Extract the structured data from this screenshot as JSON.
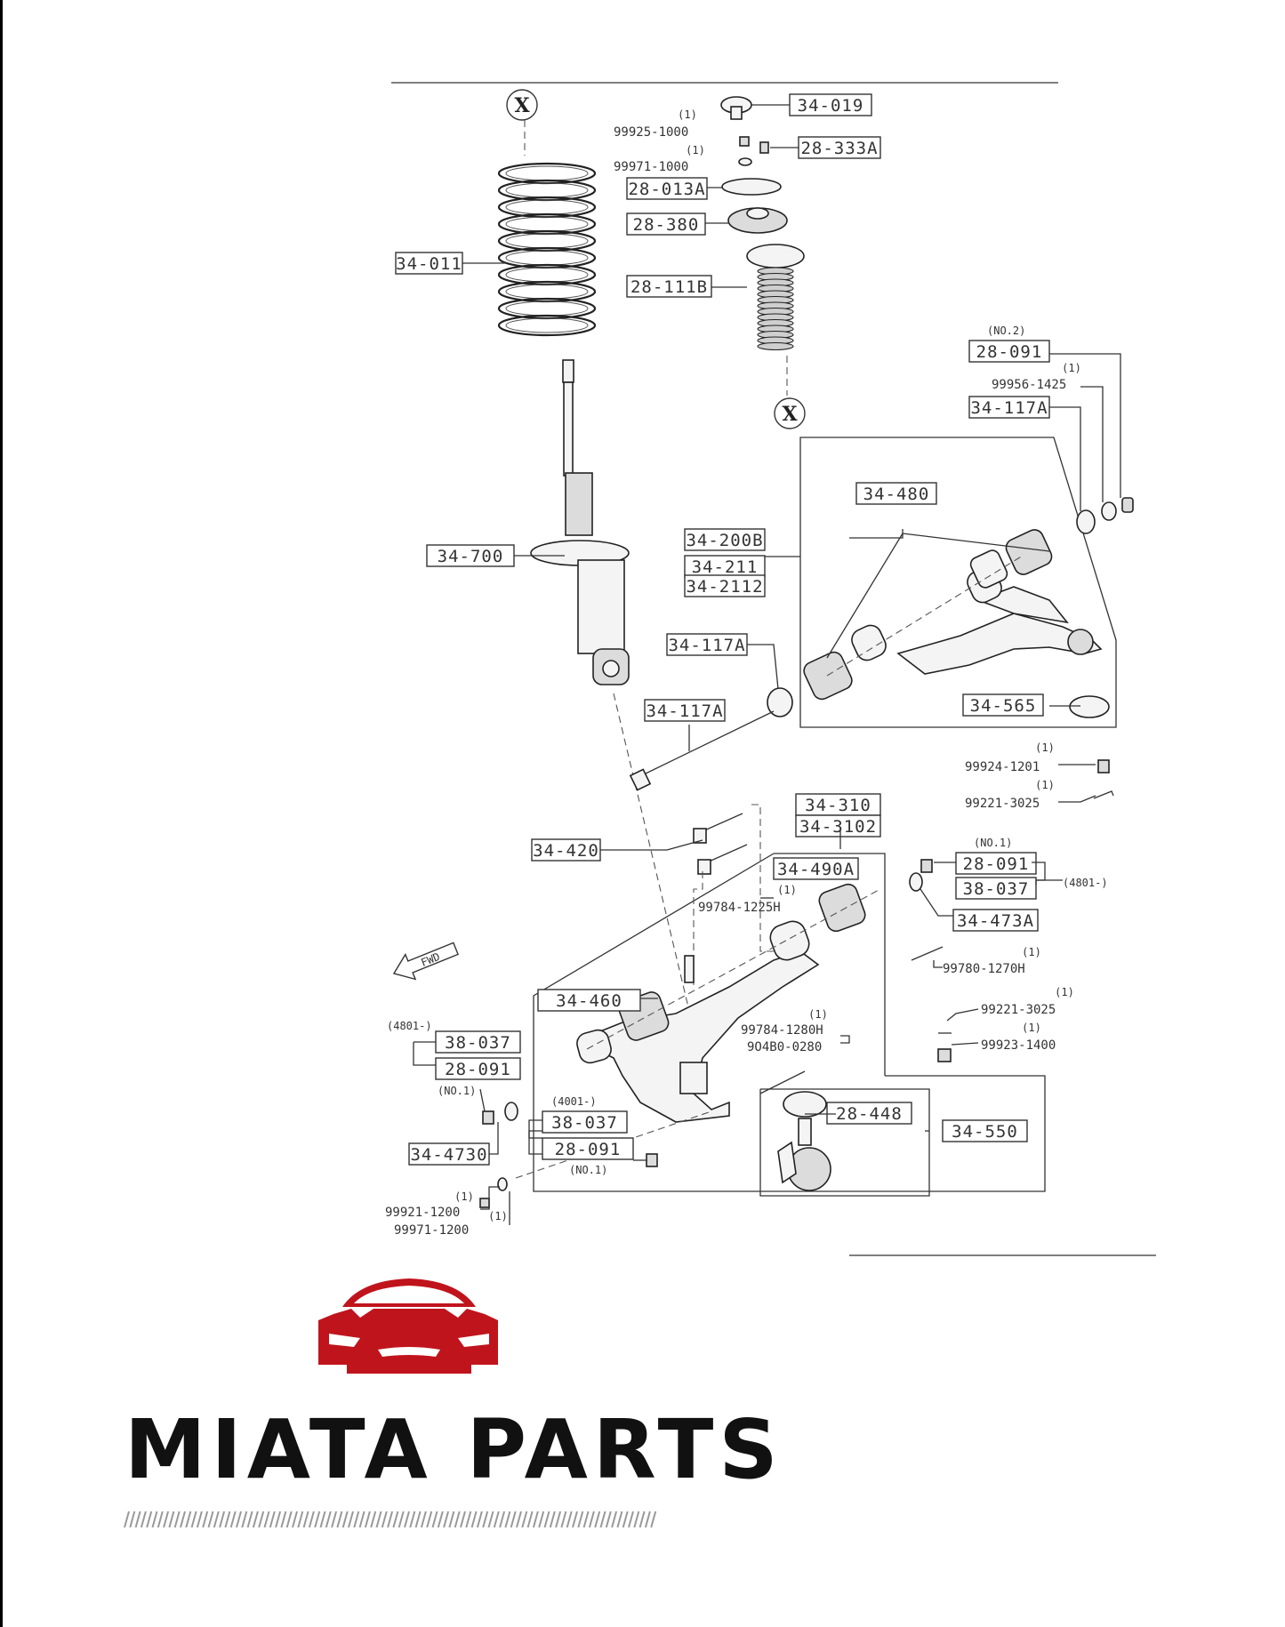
{
  "labels": {
    "34-019": "34-019",
    "28-333A": "28-333A",
    "28-013A": "28-013A",
    "28-380": "28-380",
    "28-111B": "28-111B",
    "34-011": "34-011",
    "28-091_no2": "28-091",
    "34-117A_top": "34-117A",
    "34-480": "34-480",
    "34-200B": "34-200B",
    "34-211": "34-211",
    "34-2112": "34-2112",
    "34-700": "34-700",
    "34-117A_mid": "34-117A",
    "34-117A_bolt": "34-117A",
    "34-565": "34-565",
    "34-310": "34-310",
    "34-3102": "34-3102",
    "34-420": "34-420",
    "34-490A": "34-490A",
    "28-091_no1_right": "28-091",
    "38-037_right": "38-037",
    "34-473A": "34-473A",
    "34-460": "34-460",
    "38-037_left": "38-037",
    "28-091_left": "28-091",
    "34-4730": "34-4730",
    "38-037_center": "38-037",
    "28-091_center": "28-091",
    "28-448": "28-448",
    "34-550": "34-550"
  },
  "texts": {
    "x_marker": "X",
    "99925-1000": "99925-1000",
    "99971-1000": "99971-1000",
    "99956-1425": "99956-1425",
    "99924-1201": "99924-1201",
    "99221-3025_top": "99221-3025",
    "99784-1225H": "99784-1225H",
    "99780-1270H": "99780-1270H",
    "99221-3025_bottom": "99221-3025",
    "99923-1400": "99923-1400",
    "99784-1280H": "99784-1280H",
    "90480-0280": "9O4B0-0280",
    "99921-1200": "99921-1200",
    "99971-1200": "99971-1200",
    "qty": "(1)",
    "no2": "(NO.2)",
    "no1": "(NO.1)",
    "range_4801": "(4801-)",
    "range_4001": "(4001-)",
    "fwd": "FWD"
  },
  "brand": {
    "name": "MIATA PARTS",
    "logo_color": "#c0141c",
    "text_color": "#111111"
  }
}
